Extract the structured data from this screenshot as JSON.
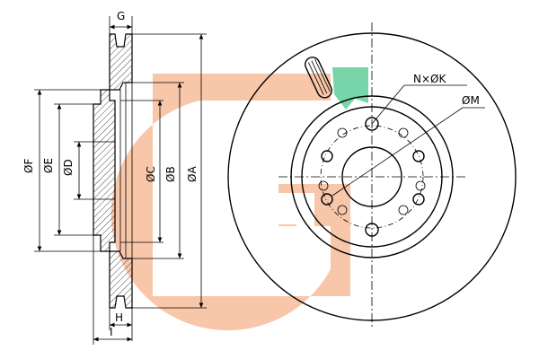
{
  "labels": {
    "G": "G",
    "F": "ØF",
    "E": "ØE",
    "D": "ØD",
    "C": "ØC",
    "B": "ØB",
    "A": "ØA",
    "H": "H",
    "I": "I",
    "NK": "N×ØK",
    "M": "ØM"
  },
  "watermark_colors": {
    "orange": "#f6b58f",
    "green": "#4fc88f"
  }
}
